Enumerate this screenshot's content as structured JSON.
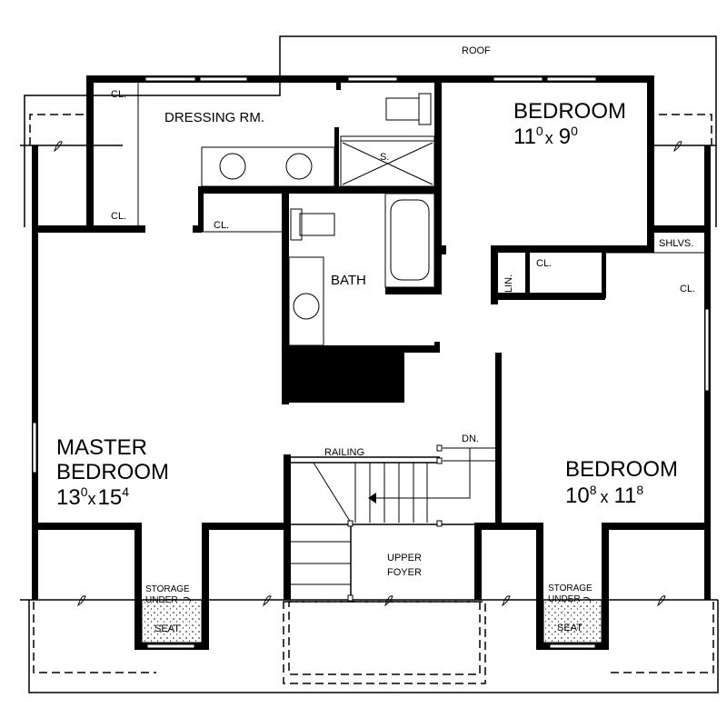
{
  "plan": {
    "roof": "ROOF",
    "rooms": {
      "dressing": "DRESSING RM.",
      "closet_1": "CL.",
      "closet_2": "CL.",
      "closet_3": "CL.",
      "bath": "BATH",
      "shower": "S.",
      "bedroom_1_name": "BEDROOM",
      "bedroom_1_size_w": "11",
      "bedroom_1_size_w_in": "0",
      "bedroom_1_size_x": "x",
      "bedroom_1_size_d": "9",
      "bedroom_1_size_d_in": "0",
      "shelves": "SHLVS.",
      "linen": "LIN.",
      "closet_4": "CL.",
      "closet_5": "CL.",
      "master_name_1": "MASTER",
      "master_name_2": "BEDROOM",
      "master_size_w": "13",
      "master_size_w_in": "0",
      "master_size_x": "x",
      "master_size_d": "15",
      "master_size_d_in": "4",
      "railing": "RAILING",
      "down": "DN.",
      "bedroom_2_name": "BEDROOM",
      "bedroom_2_size_w": "10",
      "bedroom_2_size_w_in": "8",
      "bedroom_2_size_x": "x",
      "bedroom_2_size_d": "11",
      "bedroom_2_size_d_in": "8",
      "foyer_1": "UPPER",
      "foyer_2": "FOYER",
      "storage_1a": "STORAGE",
      "storage_1b": "UNDER",
      "seat_1": "SEAT",
      "storage_2a": "STORAGE",
      "storage_2b": "UNDER",
      "seat_2": "SEAT"
    }
  }
}
